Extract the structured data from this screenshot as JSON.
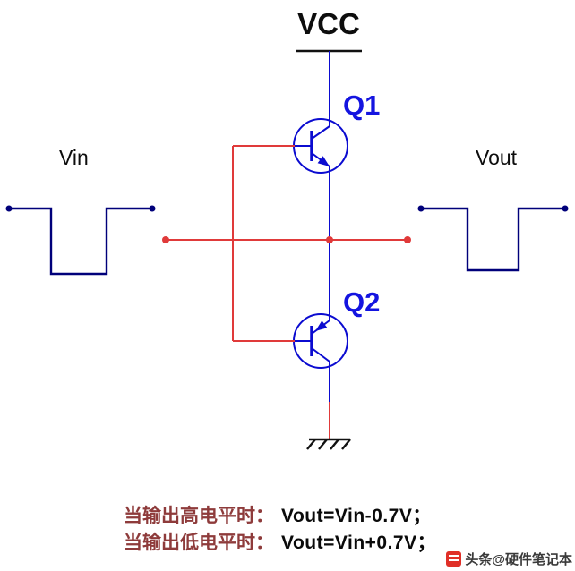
{
  "labels": {
    "vcc": "VCC",
    "q1": "Q1",
    "q2": "Q2",
    "vin": "Vin",
    "vout": "Vout"
  },
  "captions": {
    "line1_zh": "当输出高电平时：",
    "line1_formula": "Vout=Vin-0.7V；",
    "line2_zh": "当输出低电平时：",
    "line2_formula": "Vout=Vin+0.7V；"
  },
  "watermark": {
    "text": "头条@硬件笔记本"
  },
  "colors": {
    "blue": "#0b0bd0",
    "red": "#e03a3a",
    "navy": "#00007a",
    "qblue": "#1414e0",
    "caption": "#8e3b3b",
    "wmred": "#e03028"
  }
}
